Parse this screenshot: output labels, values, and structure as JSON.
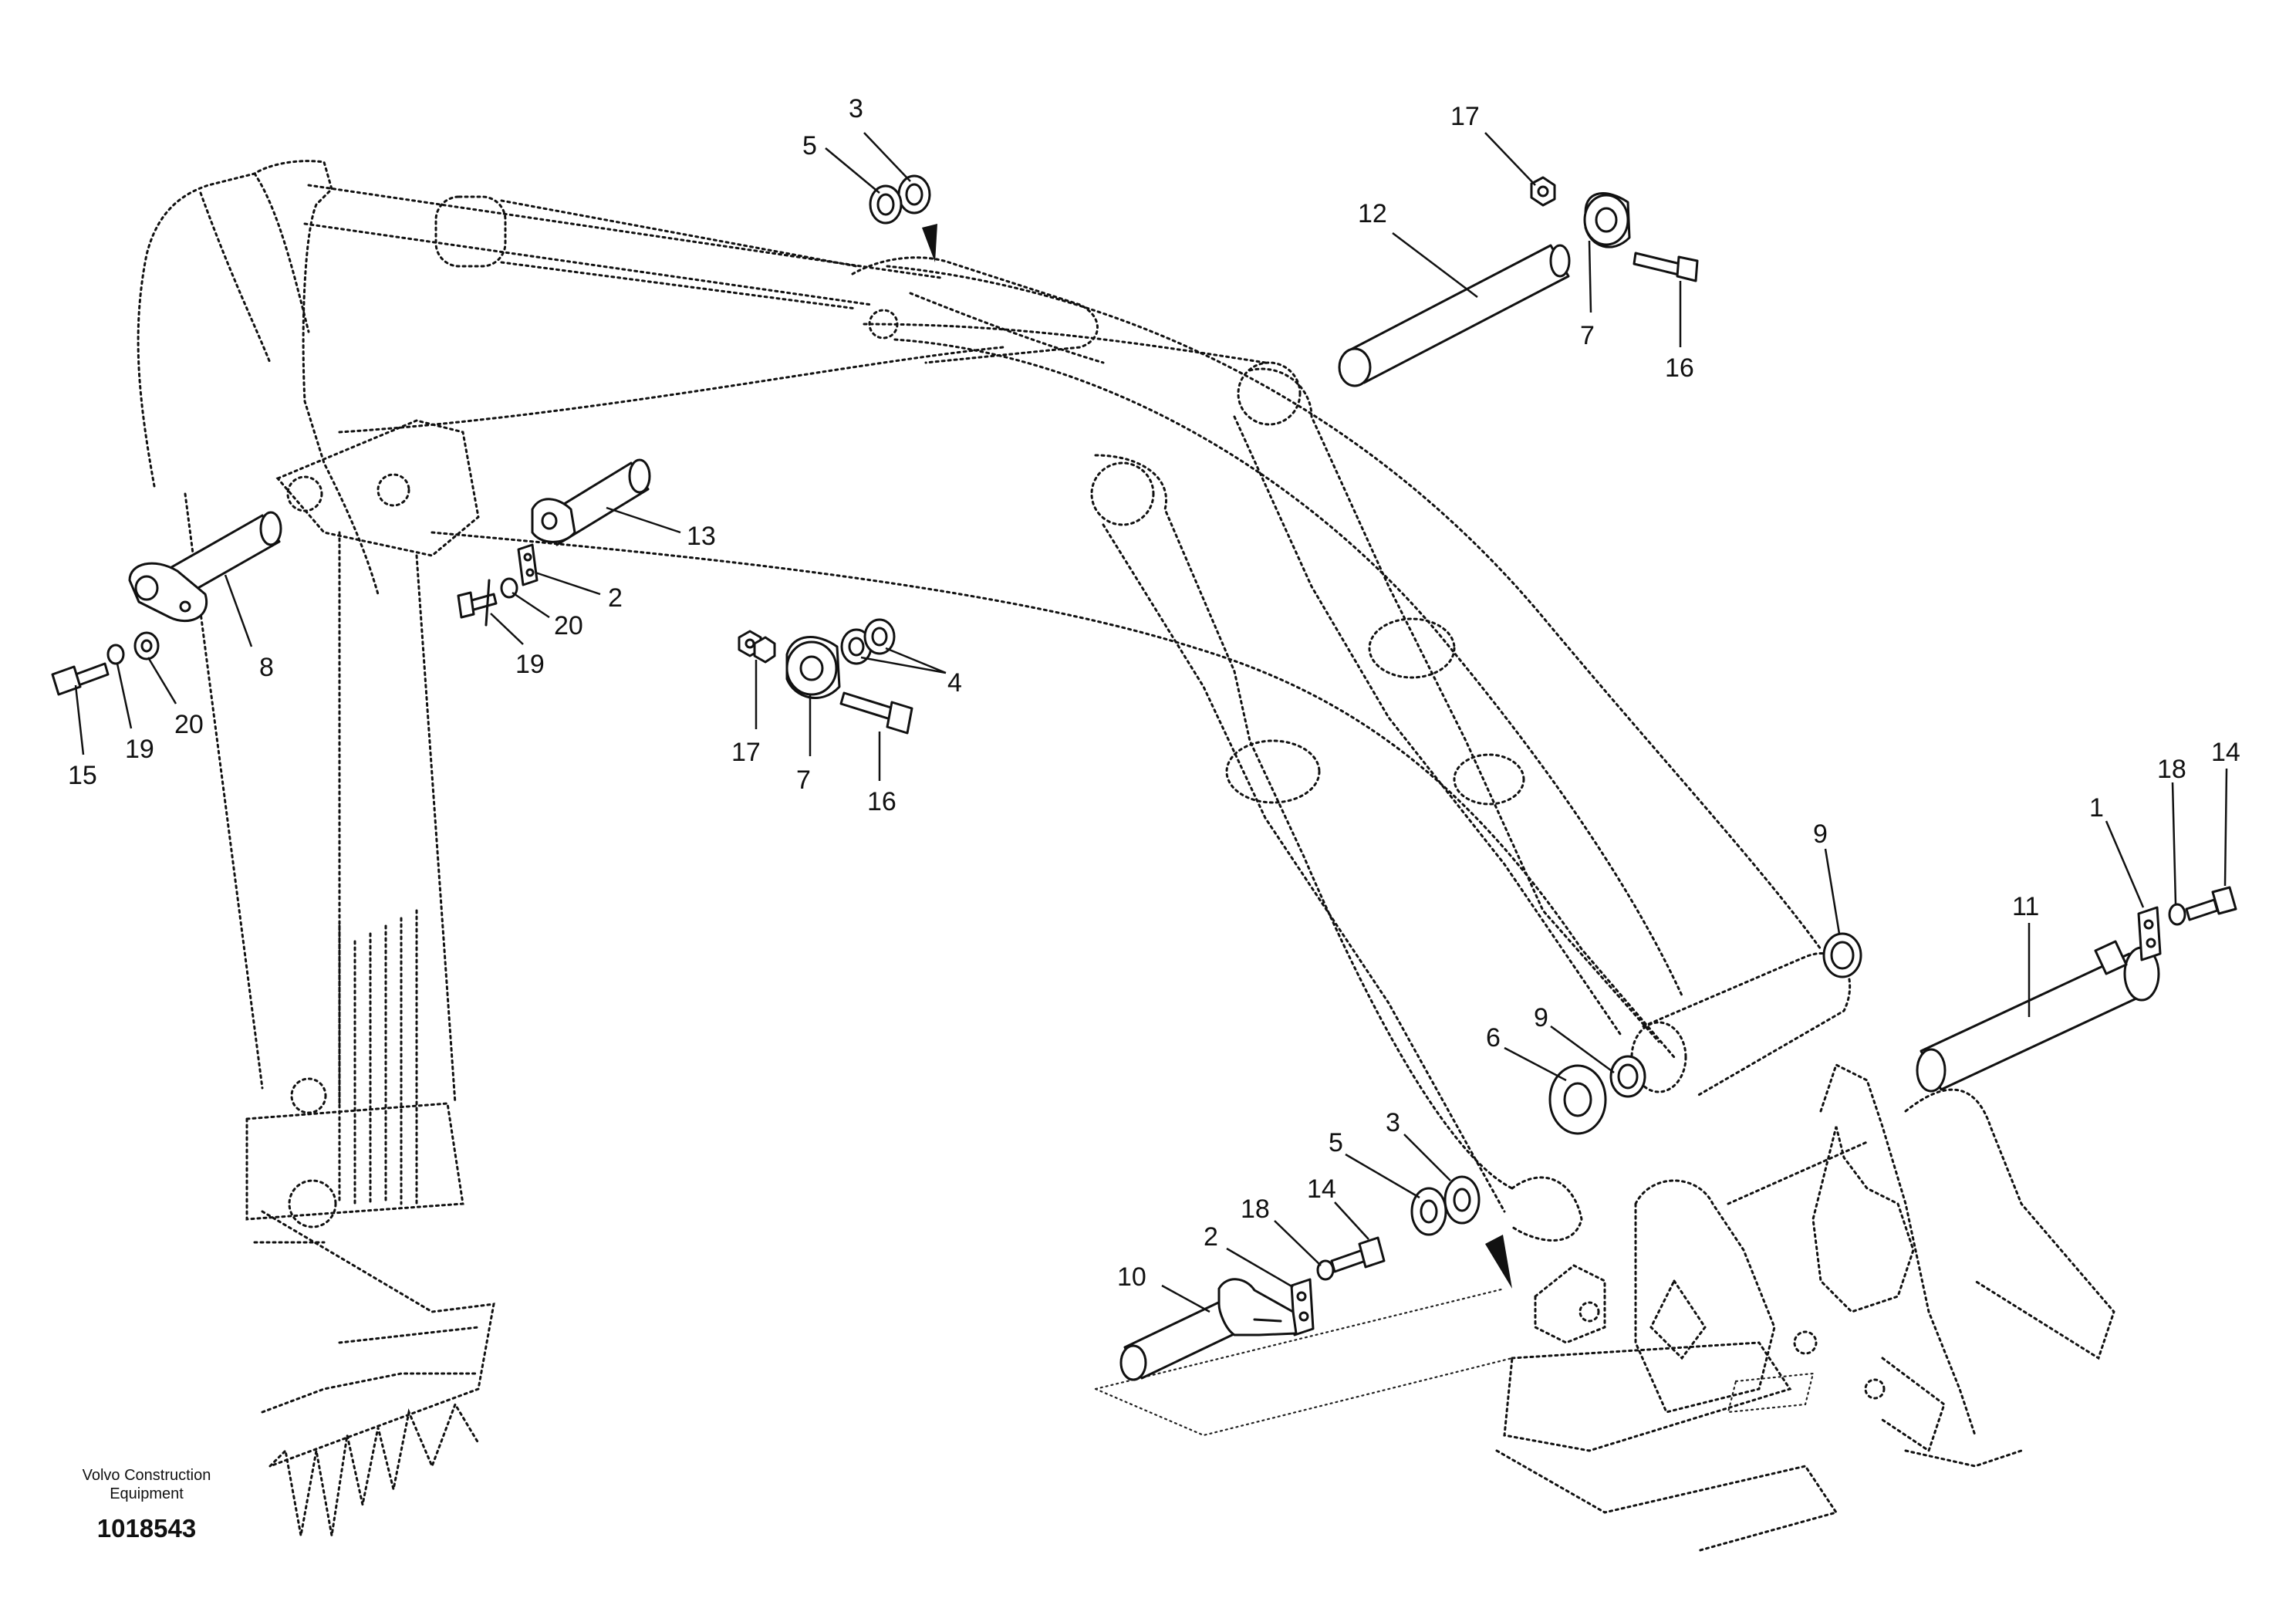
{
  "caption": {
    "maker_line1": "Volvo Construction",
    "maker_line2": "Equipment",
    "figure_number": "1018543"
  },
  "callouts": {
    "c3_top": "3",
    "c5_top": "5",
    "c17_top": "17",
    "c12": "12",
    "c7_top": "7",
    "c16_top": "16",
    "c13": "13",
    "c2_left": "2",
    "c20_mid": "20",
    "c19_mid": "19",
    "c8": "8",
    "c20_left": "20",
    "c19_left": "19",
    "c15": "15",
    "c17_mid": "17",
    "c7_mid": "7",
    "c16_mid": "16",
    "c4": "4",
    "c9_upper": "9",
    "c9_lower": "9",
    "c6": "6",
    "c1": "1",
    "c18_right": "18",
    "c14_right": "14",
    "c11": "11",
    "c3_bottom": "3",
    "c5_bottom": "5",
    "c14_bottom": "14",
    "c18_bottom": "18",
    "c2_bottom": "2",
    "c10": "10"
  }
}
